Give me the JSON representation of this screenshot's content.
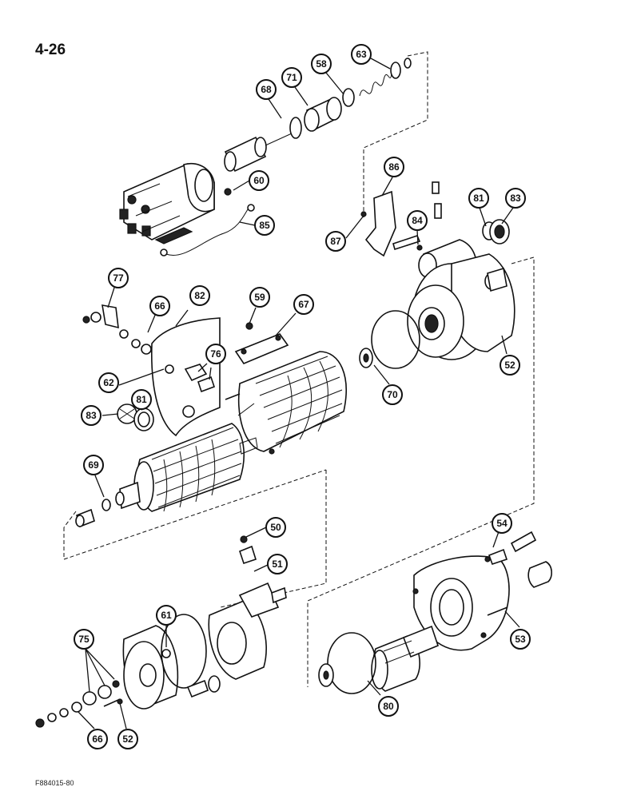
{
  "page": {
    "number": "4-26",
    "figure_code": "F884015-80"
  },
  "callouts": {
    "c63": "63",
    "c58": "58",
    "c71": "71",
    "c68": "68",
    "c60": "60",
    "c85": "85",
    "c86": "86",
    "c81a": "81",
    "c83a": "83",
    "c84": "84",
    "c87": "87",
    "c77": "77",
    "c66a": "66",
    "c82": "82",
    "c59": "59",
    "c67": "67",
    "c76": "76",
    "c62": "62",
    "c70": "70",
    "c52a": "52",
    "c83b": "83",
    "c81b": "81",
    "c69": "69",
    "c50": "50",
    "c51": "51",
    "c54": "54",
    "c53": "53",
    "c61": "61",
    "c75": "75",
    "c66b": "66",
    "c52b": "52",
    "c80": "80"
  }
}
